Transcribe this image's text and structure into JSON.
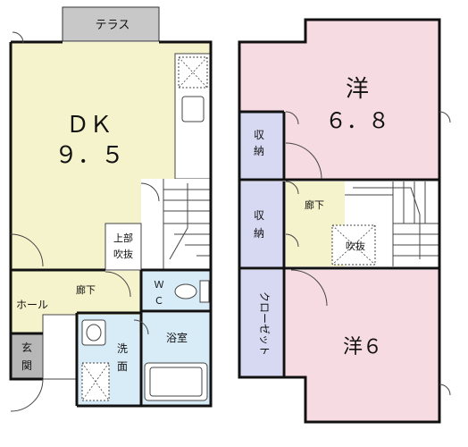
{
  "colors": {
    "dk": "#f5f3cc",
    "hall": "#f5f3cc",
    "bedroom": "#f6dbe3",
    "storage": "#d7d9f2",
    "wet": "#d8ecf8",
    "entrance": "#b7b7b7",
    "terrace": "#c8c8c8",
    "wall": "#111111"
  },
  "floor1": {
    "terrace": "テラス",
    "dk": {
      "name": "ＤＫ",
      "size": "９．５"
    },
    "upper_void": {
      "line1": "上部",
      "line2": "吹抜"
    },
    "hall": "ホール",
    "corridor": "廊下",
    "wc": {
      "line1": "Ｗ",
      "line2": "Ｃ"
    },
    "entrance": {
      "line1": "玄",
      "line2": "関"
    },
    "washroom": {
      "line1": "洗",
      "line2": "面"
    },
    "bath": "浴室"
  },
  "floor2": {
    "bedroom1": {
      "name": "洋",
      "size": "６．８"
    },
    "storage1": {
      "line1": "収",
      "line2": "納"
    },
    "storage2": {
      "line1": "収",
      "line2": "納"
    },
    "corridor": "廊下",
    "void": "吹抜",
    "closet": "クローゼット",
    "bedroom2": "洋６"
  }
}
